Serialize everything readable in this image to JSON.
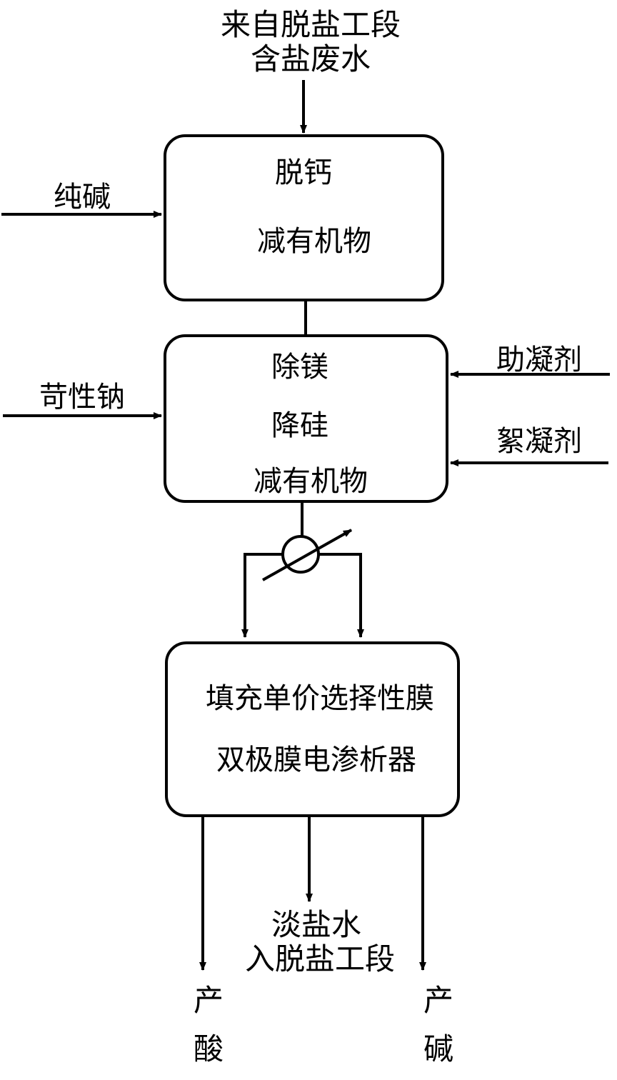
{
  "inlet": {
    "line1": "来自脱盐工段",
    "line2": "含盐废水"
  },
  "box1": {
    "line1": "脱钙",
    "line2": "减有机物"
  },
  "box2": {
    "line1": "除镁",
    "line2": "降硅",
    "line3": "减有机物"
  },
  "box3": {
    "line1": "填充单价选择性膜",
    "line2": "双极膜电渗析器"
  },
  "reagents": {
    "soda_ash": "纯碱",
    "caustic_soda": "苛性钠",
    "coagulant_aid": "助凝剂",
    "flocculant": "絮凝剂"
  },
  "outlets": {
    "acid_char1": "产",
    "acid_char2": "酸",
    "base_char1": "产",
    "base_char2": "碱",
    "dilute_line1": "淡盐水",
    "dilute_line2": "入脱盐工段"
  },
  "colors": {
    "stroke": "#000000",
    "background": "#ffffff"
  }
}
